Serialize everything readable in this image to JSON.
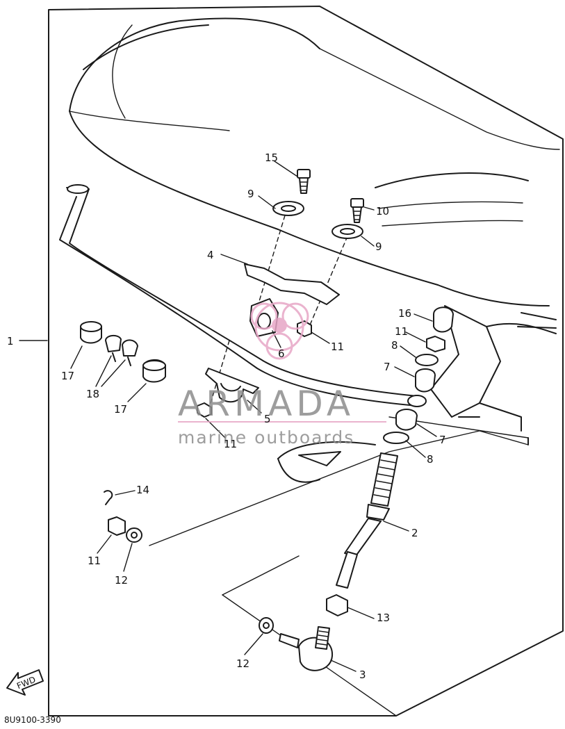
{
  "diagram": {
    "drawing_code": "8U9100-3390",
    "fwd_label": "FWD",
    "callouts": {
      "c1": "1",
      "c2": "2",
      "c3": "3",
      "c4": "4",
      "c5": "5",
      "c6": "6",
      "c7a": "7",
      "c7b": "7",
      "c8a": "8",
      "c8b": "8",
      "c9a": "9",
      "c9b": "9",
      "c10": "10",
      "c11a": "11",
      "c11b": "11",
      "c11c": "11",
      "c11d": "11",
      "c12a": "12",
      "c12b": "12",
      "c13": "13",
      "c14": "14",
      "c15": "15",
      "c16": "16",
      "c17a": "17",
      "c17b": "17",
      "c18": "18"
    }
  },
  "watermark": {
    "brand": "ARMADA",
    "tagline": "marine outboards",
    "brand_color": "#8c8c8c",
    "logo_color": "#e7a6c6"
  },
  "colors": {
    "line": "#1a1a1a",
    "background": "#ffffff"
  }
}
